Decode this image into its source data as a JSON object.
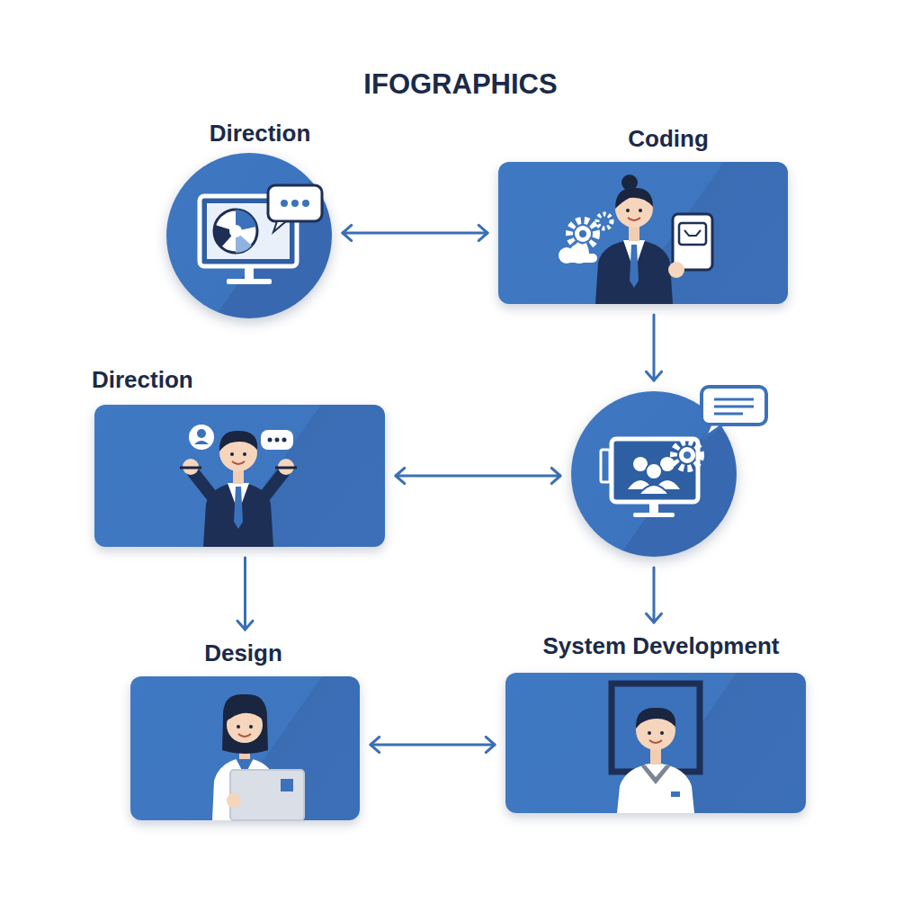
{
  "diagram": {
    "title": "IFOGRAPHICS",
    "nodes": [
      {
        "text": [
          "Direction"
        ]
      },
      {
        "text": [
          "Coding"
        ]
      },
      {
        "text": [
          "Direction"
        ]
      },
      {
        "text": []
      },
      {
        "text": [
          "Design"
        ]
      },
      {
        "text": [
          "System Development"
        ]
      }
    ],
    "edges": [
      {
        "from": 0,
        "to": 1,
        "arrow": "both"
      },
      {
        "from": 1,
        "to": 3,
        "arrow": "to"
      },
      {
        "from": 2,
        "to": 3,
        "arrow": "both"
      },
      {
        "from": 2,
        "to": 4,
        "arrow": "to"
      },
      {
        "from": 3,
        "to": 5,
        "arrow": "to"
      },
      {
        "from": 4,
        "to": 5,
        "arrow": "both"
      }
    ]
  }
}
